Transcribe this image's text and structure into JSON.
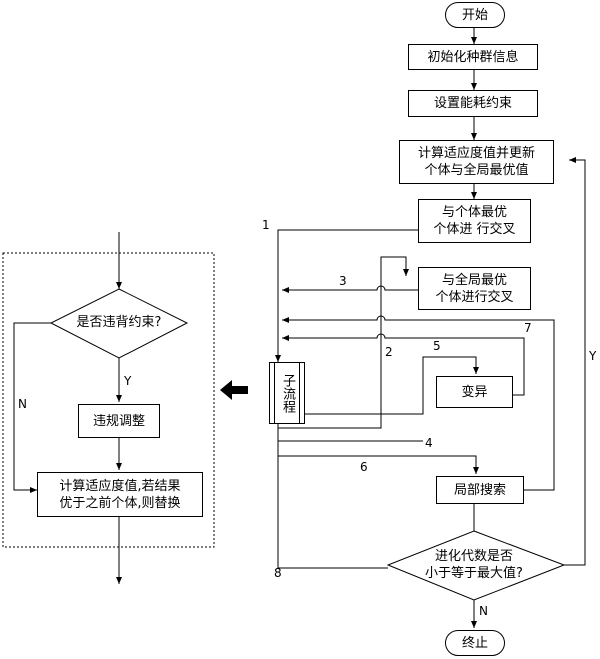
{
  "right": {
    "start": "开始",
    "init": "初始化种群信息",
    "constraint": "设置能耗约束",
    "fitness": [
      "计算适应度值并更新",
      "个体与全局最优值"
    ],
    "cross_personal": [
      "与个体最优",
      "个体进 行交叉"
    ],
    "cross_global": [
      "与全局最优",
      "个体进行交叉"
    ],
    "mutation": "变异",
    "local_search": "局部搜索",
    "decision": [
      "进化代数是否",
      "小于等于最大值?"
    ],
    "end": "终止",
    "subprocess": "子流程",
    "yes": "Y",
    "no": "N"
  },
  "edge_labels": {
    "e1": "1",
    "e2": "2",
    "e3": "3",
    "e4": "4",
    "e5": "5",
    "e6": "6",
    "e7": "7",
    "e8": "8"
  },
  "left": {
    "decision": "是否违背约束?",
    "yes": "Y",
    "no": "N",
    "adjust": "违规调整",
    "compute": [
      "计算适应度值,若结果",
      "优于之前个体,则替换"
    ]
  }
}
